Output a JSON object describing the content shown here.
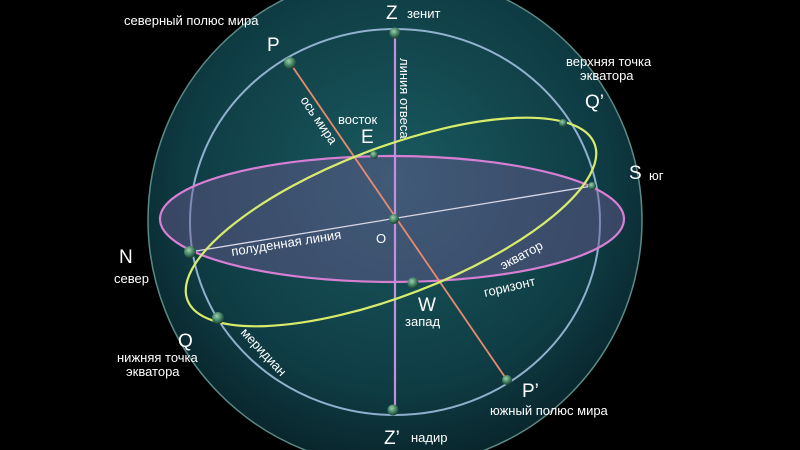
{
  "labels": {
    "zenith_letter": "Z",
    "zenith": "зенит",
    "nadir_letter": "Z’",
    "nadir": "надир",
    "north_pole": "северный полюс мира",
    "pole_p": "P",
    "south_pole": "южный полюс мира",
    "pole_p_prime": "P’",
    "plumb_line": "линия отвеса",
    "world_axis": "ось мира",
    "east": "восток",
    "east_letter": "E",
    "west": "запад",
    "west_letter": "W",
    "upper_equator_line1": "верхняя точка",
    "upper_equator_line2": "экватора",
    "q_prime": "Q’",
    "lower_equator_line1": "нижняя точка",
    "lower_equator_line2": "экватора",
    "q": "Q",
    "south_letter": "S",
    "south": "юг",
    "north_letter": "N",
    "north": "север",
    "center": "O",
    "noon_line": "полуденная линия",
    "equator": "экватор",
    "horizon": "горизонт",
    "meridian": "меридиан"
  },
  "colors": {
    "background": "#000000",
    "sphere_fill": "#0f3c44",
    "sphere_edge": "#5a8a86",
    "meridian": "#a7c5e6",
    "horizon": "#d77fd3",
    "horizon_fill": "#6f5b94",
    "equator": "#d8ec6b",
    "plumb_line": "#c58fe0",
    "world_axis": "#e98a6c",
    "point": "#3f7f62"
  }
}
